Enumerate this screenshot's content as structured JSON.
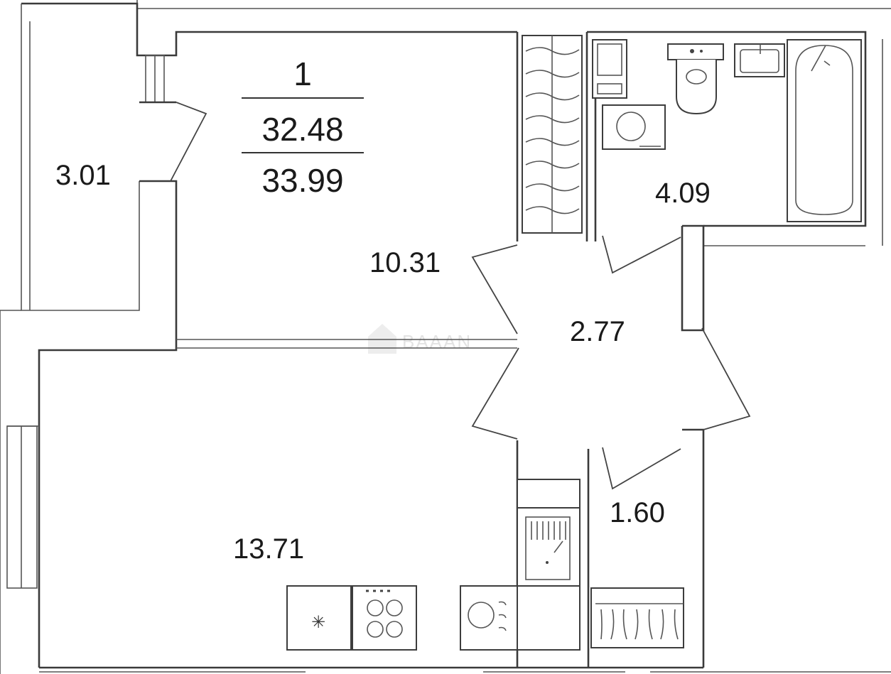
{
  "apartment": {
    "rooms_count": "1",
    "living_area": "32.48",
    "total_area": "33.99"
  },
  "rooms": {
    "balcony": "3.01",
    "bedroom": "10.31",
    "bathroom": "4.09",
    "hallway": "2.77",
    "storage": "1.60",
    "kitchen": "13.71"
  },
  "watermark": "BAAAN"
}
